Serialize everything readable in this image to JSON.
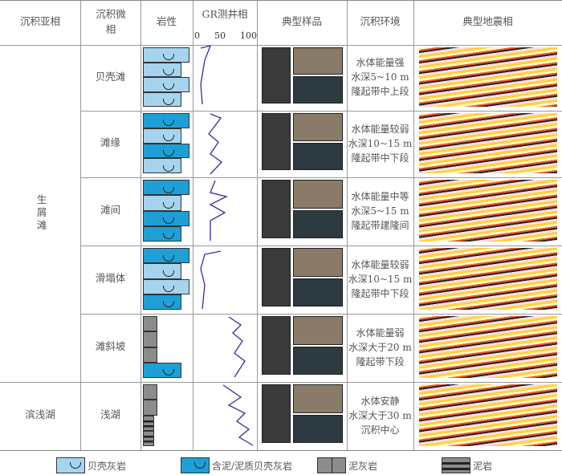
{
  "headers": {
    "subfacies": "沉积亚相",
    "microfacies": "沉积微相",
    "lithology": "岩性",
    "gr": "GR测井相",
    "gr_ticks": [
      "0",
      "50",
      "100"
    ],
    "samples": "典型样品",
    "environment": "沉积环境",
    "seismic": "典型地震相"
  },
  "subfacies": [
    "生屑滩",
    "滨浅湖"
  ],
  "rows": [
    {
      "micro": "贝壳滩",
      "env": [
        "水体能量强",
        "水深5~10 m",
        "隆起带中上段"
      ]
    },
    {
      "micro": "滩缘",
      "env": [
        "水体能量较弱",
        "水深10~15 m",
        "隆起带中下段"
      ]
    },
    {
      "micro": "滩间",
      "env": [
        "水体能量中等",
        "水深5~15 m",
        "隆起带建隆间"
      ]
    },
    {
      "micro": "滑塌体",
      "env": [
        "水体能量较弱",
        "水深10~15 m",
        "隆起带中下段"
      ]
    },
    {
      "micro": "滩斜坡",
      "env": [
        "水体能量弱",
        "水深大于20 m",
        "隆起带下段"
      ]
    },
    {
      "micro": "浅湖",
      "env": [
        "水体安静",
        "水深大于30 m",
        "沉积中心"
      ]
    }
  ],
  "legend": [
    "贝壳灰岩",
    "含泥/泥质贝壳灰岩",
    "泥灰岩",
    "泥岩"
  ],
  "colors": {
    "shell_limestone": "#a6d4ef",
    "muddy_shell_limestone": "#1f9fd6",
    "marl": "#8c8c8c",
    "gr_curve": "#3a2a9a"
  }
}
